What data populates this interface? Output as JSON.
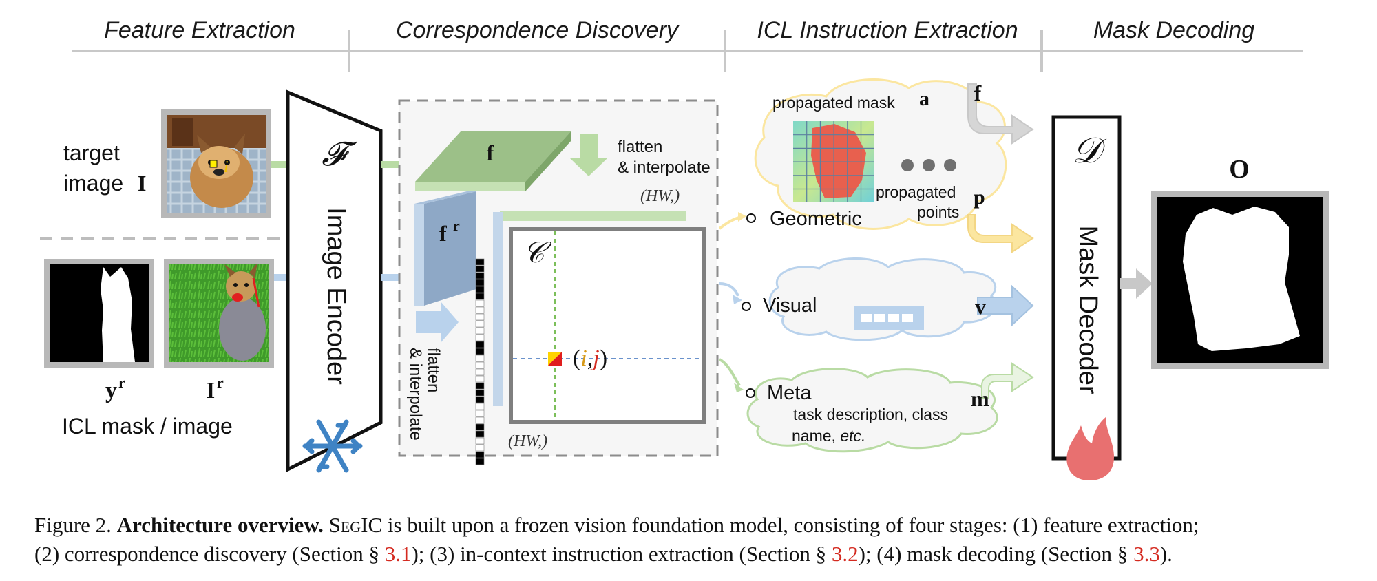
{
  "stages": [
    "Feature Extraction",
    "Correspondence Discovery",
    "ICL Instruction Extraction",
    "Mask Decoding"
  ],
  "inputs": {
    "target_label_line1": "target",
    "target_label_line2": "image",
    "target_symbol": "I",
    "ref_mask_symbol": "y",
    "ref_image_symbol": "I",
    "ref_superscript": "r",
    "icl_label": "ICL mask / image",
    "point_symbol": "i"
  },
  "encoder": {
    "symbol": "𝓕",
    "label": "Image Encoder",
    "state_icon": "snowflake-icon"
  },
  "correspondence": {
    "target_feature": "f",
    "ref_feature": "f",
    "ref_superscript": "r",
    "flatten_top_line1": "flatten",
    "flatten_top_line2": "& interpolate",
    "flatten_side_line1": "flatten",
    "flatten_side_line2": "& interpolate",
    "dim_top": "(HW,)",
    "dim_bottom": "(HW,)",
    "matrix_symbol": "𝒞",
    "ij_open": "(",
    "ij_i": "i",
    "ij_comma": ",",
    "ij_j": "j",
    "ij_close": ")"
  },
  "instructions": {
    "propagated_mask": "propagated mask",
    "a": "a",
    "propagated_points_line1": "propagated",
    "propagated_points_line2": "points",
    "p": "p",
    "geometric": "Geometric",
    "visual": "Visual",
    "v": "v",
    "meta": "Meta",
    "m": "m",
    "meta_desc_line1": "task description, class",
    "meta_desc_line2_prefix": "name, ",
    "meta_desc_line2_italic": "etc.",
    "f": "f"
  },
  "decoder": {
    "symbol": "𝒟",
    "label": "Mask Decoder",
    "state_icon": "flame-icon"
  },
  "output": {
    "symbol": "O"
  },
  "caption": {
    "prefix": "Figure 2. ",
    "bold": "Architecture overview.",
    "sc_name": "SegIC",
    "t1": " is built upon a frozen vision foundation model, consisting of four stages: (1) feature extraction;",
    "t2": "(2) correspondence discovery (Section § ",
    "ref1": "3.1",
    "t3": "); (3) in-context instruction extraction (Section § ",
    "ref2": "3.2",
    "t4": "); (4) mask decoding (Section § ",
    "ref3": "3.3",
    "t5": ")."
  },
  "colors": {
    "green": "#b9dba4",
    "blue": "#b9d2ec",
    "yellow": "#fbe6a0",
    "gray": "#c8c8c8",
    "red": "#d42a20",
    "orange": "#d79a18"
  }
}
